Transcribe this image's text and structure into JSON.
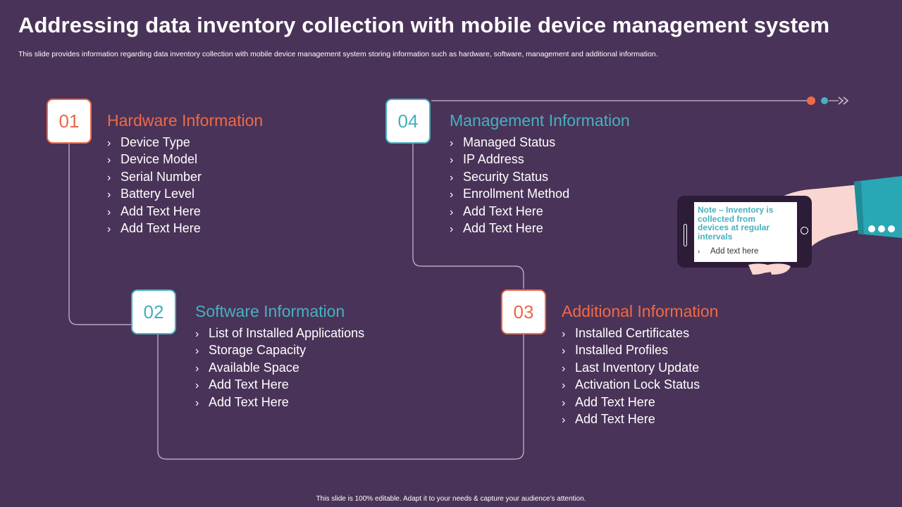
{
  "title": "Addressing data inventory collection with mobile device management system",
  "subtitle": "This slide provides information regarding data inventory collection with mobile device management system storing information such as hardware, software, management and additional information.",
  "footer": "This slide is 100% editable. Adapt it to your needs & capture your audience’s attention.",
  "colors": {
    "background": "#4a3358",
    "orange": "#e9694a",
    "teal": "#46aebd"
  },
  "sections": [
    {
      "number": "01",
      "heading": "Hardware Information",
      "items": [
        "Device Type",
        "Device Model",
        "Serial Number",
        "Battery Level",
        "Add Text Here",
        "Add Text Here"
      ]
    },
    {
      "number": "02",
      "heading": "Software Information",
      "items": [
        "List of Installed Applications",
        "Storage Capacity",
        "Available Space",
        "Add Text Here",
        "Add Text Here"
      ]
    },
    {
      "number": "03",
      "heading": "Additional Information",
      "items": [
        "Installed Certificates",
        "Installed Profiles",
        "Last Inventory Update",
        "Activation Lock Status",
        "Add Text Here",
        "Add Text Here"
      ]
    },
    {
      "number": "04",
      "heading": "Management Information",
      "items": [
        "Managed Status",
        "IP Address",
        "Security Status",
        "Enrollment Method",
        "Add Text Here",
        "Add Text Here"
      ]
    }
  ],
  "phone_note": {
    "text": "Note – Inventory is collected from devices at regular intervals",
    "item": "Add text here"
  },
  "chevron": "›"
}
